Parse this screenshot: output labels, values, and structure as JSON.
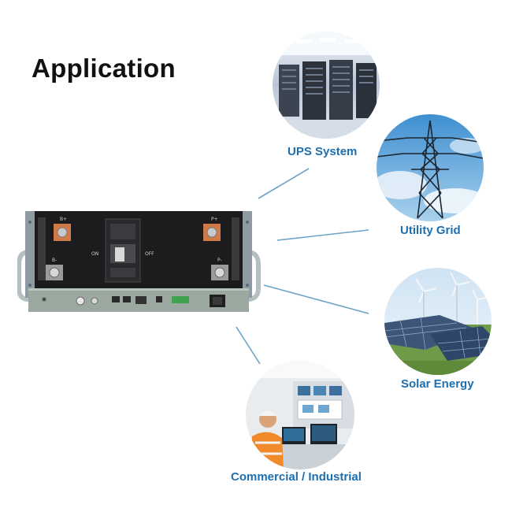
{
  "title": "Application",
  "applications": [
    {
      "label": "UPS System",
      "icon": "server-rack-image"
    },
    {
      "label": "Utility Grid",
      "icon": "power-tower-image"
    },
    {
      "label": "Solar Energy",
      "icon": "solar-panel-image"
    },
    {
      "label": "Commercial / Industrial",
      "icon": "industrial-worker-image"
    }
  ],
  "product": {
    "terminals": {
      "b_plus": "B+",
      "b_minus": "B-",
      "p_plus": "P+",
      "p_minus": "P-"
    },
    "breaker": {
      "on": "ON",
      "off": "OFF"
    }
  },
  "colors": {
    "label": "#1e6fb0",
    "connector": "#6aa3c8",
    "chassis": "#9aa89f",
    "panel": "#1c1c1e"
  }
}
